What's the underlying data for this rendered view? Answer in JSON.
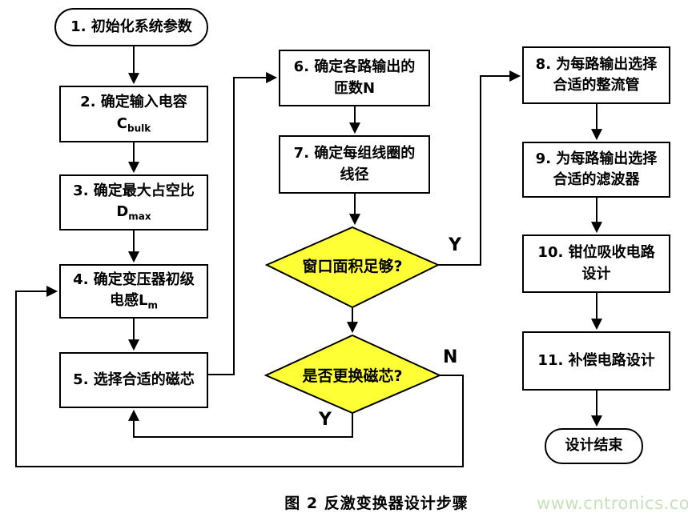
{
  "figure": {
    "caption": "图 2 反激变换器设计步骤",
    "watermark": "www.cntronics.com"
  },
  "colors": {
    "decision_fill": "#ffff35",
    "line": "#000000",
    "watermark_green": "#c6e2ba"
  },
  "nodes": {
    "start": {
      "line1": "1. 初始化系统参数"
    },
    "step2": {
      "line1": "2. 确定输入电容",
      "symbol": "C",
      "subscript": "bulk"
    },
    "step3": {
      "line1": "3. 确定最大占空比",
      "symbol": "D",
      "subscript": "max"
    },
    "step4": {
      "line1": "4. 确定变压器初级",
      "line2": "电感L",
      "subscript": "m"
    },
    "step5": {
      "line1": "5. 选择合适的磁芯"
    },
    "step6": {
      "line1": "6. 确定各路输出的",
      "line2": "匝数N"
    },
    "step7": {
      "line1": "7. 确定每组线圈的",
      "line2": "线径"
    },
    "decision_window": {
      "label": "窗口面积足够?"
    },
    "decision_core": {
      "label": "是否更换磁芯?"
    },
    "step8": {
      "line1": "8. 为每路输出选择",
      "line2": "合适的整流管"
    },
    "step9": {
      "line1": "9. 为每路输出选择",
      "line2": "合适的滤波器"
    },
    "step10": {
      "line1": "10. 钳位吸收电路",
      "line2": "设计"
    },
    "step11": {
      "line1": "11. 补偿电路设计"
    },
    "end": {
      "line1": "设计结束"
    }
  },
  "branches": {
    "window_yes": "Y",
    "core_yes": "Y",
    "core_no": "N"
  }
}
